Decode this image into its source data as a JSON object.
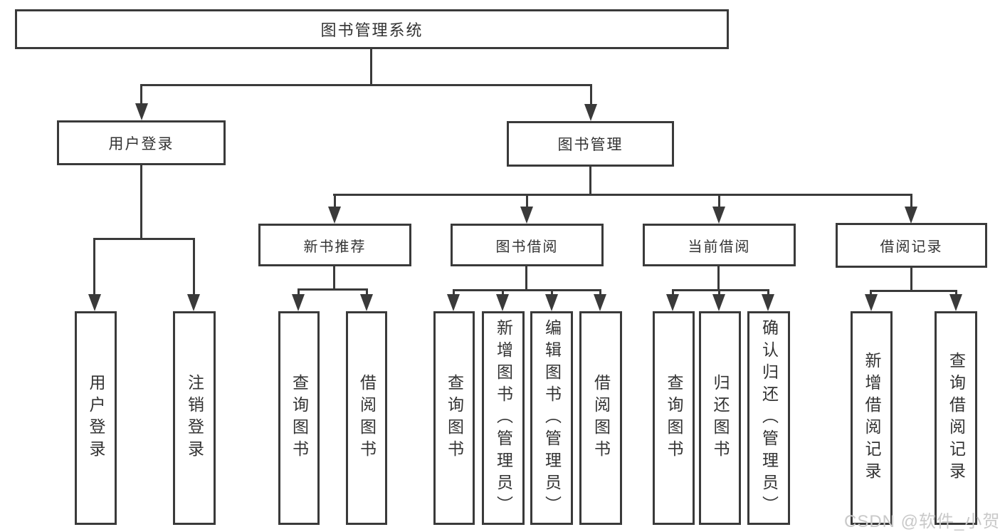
{
  "colors": {
    "line": "#3a3a3a",
    "text": "#333333",
    "bg": "#ffffff",
    "watermark": "#c9c9c9"
  },
  "tree": {
    "root": "图书管理系统",
    "children": [
      {
        "label": "用户登录",
        "children": [
          "用户登录",
          "注销登录"
        ]
      },
      {
        "label": "图书管理",
        "children": [
          {
            "label": "新书推荐",
            "children": [
              "查询图书",
              "借阅图书"
            ]
          },
          {
            "label": "图书借阅",
            "children": [
              "查询图书",
              "新增图书（管理员）",
              "编辑图书（管理员）",
              "借阅图书"
            ]
          },
          {
            "label": "当前借阅",
            "children": [
              "查询图书",
              "归还图书",
              "确认归还（管理员）"
            ]
          },
          {
            "label": "借阅记录",
            "children": [
              "新增借阅记录",
              "查询借阅记录"
            ]
          }
        ]
      }
    ]
  },
  "watermark": {
    "text": "CSDN @软件_小贺同学"
  }
}
